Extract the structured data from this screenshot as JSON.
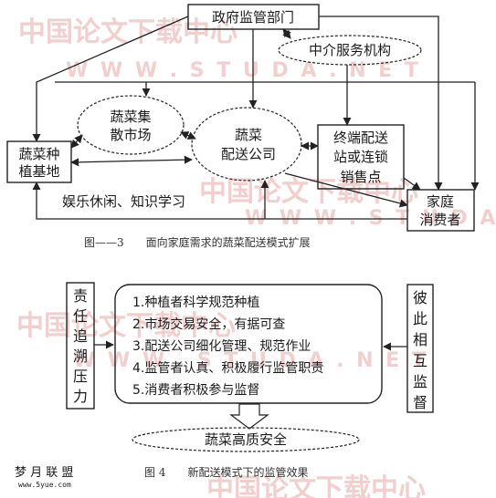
{
  "figure3": {
    "government": "政府监管部门",
    "intermediary": "中介服务机构",
    "market": [
      "蔬菜集",
      "散市场"
    ],
    "planting": [
      "蔬菜种",
      "植基地"
    ],
    "distribution": [
      "蔬菜",
      "配送公司"
    ],
    "terminal": [
      "终端配送",
      "站或连锁",
      "销售点"
    ],
    "consumer": [
      "家庭",
      "消费者"
    ],
    "leisure": "娱乐休闲、知识学习",
    "caption": "图——3　　面向家庭需求的蔬菜配送模式扩展"
  },
  "figure4": {
    "left_label": [
      "责",
      "任",
      "追",
      "溯",
      "压",
      "力"
    ],
    "right_label": [
      "彼",
      "此",
      "相",
      "互",
      "监",
      "督"
    ],
    "items": [
      "1.种植者科学规范种植",
      "2.市场交易安全，有据可查",
      "3.配送公司细化管理、规范作业",
      "4.监管者认真、积极履行监管职责",
      "5.消费者积极参与监督"
    ],
    "result": "蔬菜高质安全",
    "caption": "图 4　　新配送模式下的监管效果"
  },
  "watermarks": {
    "cn": "中国论文下载中心",
    "url": "W W W . S T U D A . N E T"
  },
  "logo": {
    "name": "梦 月 联 盟",
    "url": "www.5yue.com"
  }
}
